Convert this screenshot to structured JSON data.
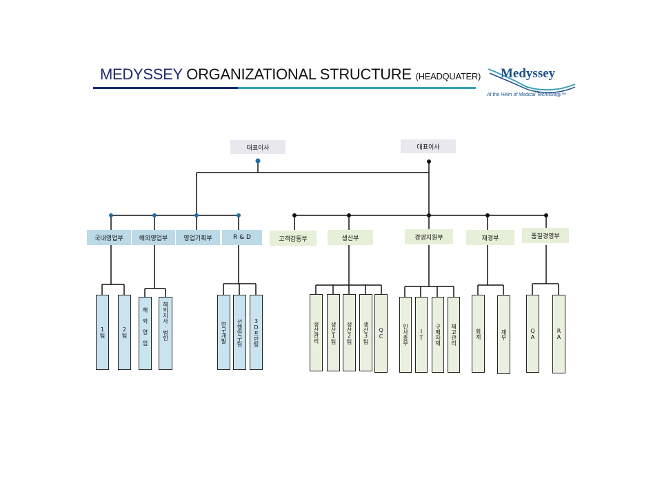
{
  "header": {
    "title_part1": "MEDYSSEY",
    "title_part2": "ORGANIZATIONAL  STRUCTURE",
    "title_sub": "(HEADQUATER)"
  },
  "logo": {
    "name": "Medyssey",
    "tagline": "At the Helm of Medical Technology™"
  },
  "colors": {
    "title_navy": "#1b2a6b",
    "accent_teal": "#3aa0b8",
    "blue_node": "#1f6ea8",
    "blue_fill": "#bcd9e8",
    "green_fill": "#e6efd8",
    "ceo_fill": "#e8e8ee"
  },
  "ceos": [
    {
      "label": "대표이사"
    },
    {
      "label": "대표이사"
    }
  ],
  "departments": [
    {
      "label": "국내영업부",
      "group": "blue",
      "teams": [
        "1팀",
        "2팀"
      ]
    },
    {
      "label": "해외영업부",
      "group": "blue",
      "teams": [
        "해외영업",
        "해외지사·법인"
      ]
    },
    {
      "label": "영업기획부",
      "group": "blue",
      "teams": []
    },
    {
      "label": "R & D",
      "group": "blue",
      "teams": [
        "연구개발",
        "선행연구팀",
        "3D프린팅"
      ]
    },
    {
      "label": "고객감동부",
      "group": "green",
      "teams": []
    },
    {
      "label": "생산부",
      "group": "green",
      "teams": [
        "생산관리",
        "생산1팀",
        "생산2팀",
        "생산3팀",
        "QC"
      ]
    },
    {
      "label": "경영지원부",
      "group": "green",
      "teams": [
        "인사총무",
        "IT",
        "구매자재",
        "재고관리"
      ]
    },
    {
      "label": "재경부",
      "group": "green",
      "teams": [
        "회계",
        "재무"
      ]
    },
    {
      "label": "품질경영부",
      "group": "green",
      "teams": [
        "QA",
        "RA"
      ]
    }
  ]
}
